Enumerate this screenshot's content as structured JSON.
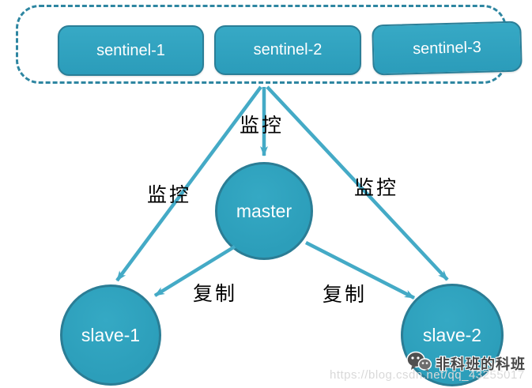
{
  "diagram": {
    "sentinel_group": {
      "boxes": [
        {
          "label": "sentinel-1"
        },
        {
          "label": "sentinel-2"
        },
        {
          "label": "sentinel-3"
        }
      ]
    },
    "nodes": {
      "master": {
        "label": "master"
      },
      "slave1": {
        "label": "slave-1"
      },
      "slave2": {
        "label": "slave-2"
      }
    },
    "edges": [
      {
        "id": "sentinels-to-master",
        "label": "监控"
      },
      {
        "id": "sentinels-to-slave1",
        "label": "监控"
      },
      {
        "id": "sentinels-to-slave2",
        "label": "监控"
      },
      {
        "id": "master-to-slave1",
        "label": "复制"
      },
      {
        "id": "master-to-slave2",
        "label": "复制"
      }
    ],
    "colors": {
      "node_fill": "#2EA1BE",
      "node_border": "#2B7D95",
      "arrow": "#44AAC6",
      "group_border": "#2E86A1",
      "edge_label_text": "#000000",
      "node_text": "#FFFFFF"
    }
  },
  "watermark": {
    "icon": "wechat-icon",
    "name": "非科班的科班",
    "url": "https://blog.csdn.net/qq_43255017"
  }
}
